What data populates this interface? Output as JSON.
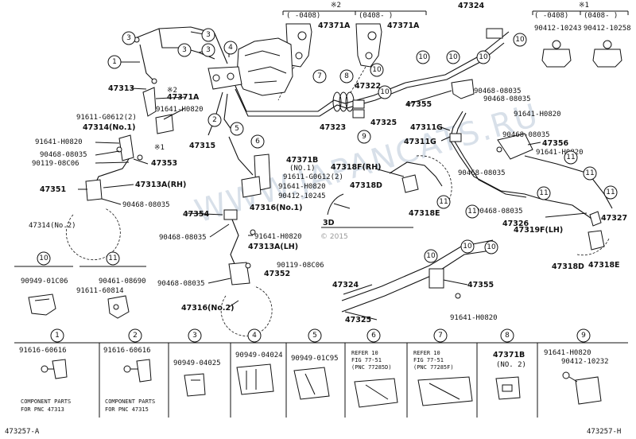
{
  "diagram": {
    "ids": {
      "left": "473257-A",
      "right": "473257-H"
    },
    "watermark": "WWW.JAPANCATS.RU",
    "watermark_sub": "© 2015",
    "header_groups": {
      "note2": {
        "mark": "※2",
        "cols": [
          {
            "range": "( -0408)",
            "part": "47371A"
          },
          {
            "range": "(0408- )",
            "part": "47371A"
          }
        ]
      },
      "note1": {
        "mark": "※1",
        "cols": [
          {
            "range": "( -0408)",
            "part": "90412-10243"
          },
          {
            "range": "(0408- )",
            "part": "90412-10258"
          }
        ]
      }
    },
    "view_label": "3D",
    "part_labels": [
      "47313",
      "47371A",
      "91611-G0612(2)",
      "91641-H0820",
      "47314(No.1)",
      "91641-H0820",
      "90468-08035",
      "90119-08C06",
      "47353",
      "47351",
      "47313A(RH)",
      "90468-08035",
      "47314(No.2)",
      "47315",
      "47371B",
      "(NO.1)",
      "91611-G0612(2)",
      "91641-H0820",
      "90412-10245",
      "47316(No.1)",
      "47354",
      "90468-08035",
      "91641-H0820",
      "47313A(LH)",
      "90119-08C06",
      "90468-08035",
      "47352",
      "47316(No.2)",
      "47324",
      "47322",
      "47323",
      "47325",
      "47355",
      "47311G",
      "47311G",
      "90468-08035",
      "90468-08035",
      "91641-H0820",
      "90468-08035",
      "47356",
      "91641-H0820",
      "90468-08035",
      "47318F(RH)",
      "47318D",
      "47318E",
      "47326",
      "90468-08035",
      "47327",
      "47319F(LH)",
      "47318D",
      "47318E",
      "47324",
      "47325",
      "47355",
      "91641-H0820"
    ],
    "mark_x1": "※1",
    "mark_x2": "※2",
    "mid_left": {
      "c10": {
        "no": "10",
        "part": "90949-01C06"
      },
      "c11": {
        "no": "11",
        "parts": [
          "90461-08690",
          "91611-60814"
        ]
      }
    },
    "callouts": [
      "1",
      "2",
      "3",
      "4",
      "5",
      "6",
      "7",
      "8",
      "9",
      "10",
      "11"
    ],
    "bottom_cells": [
      {
        "no": "1",
        "parts": [
          "91616-60616"
        ],
        "notes": [
          "COMPONENT PARTS",
          "FOR PNC 47313"
        ]
      },
      {
        "no": "2",
        "parts": [
          "91616-60616"
        ],
        "notes": [
          "COMPONENT PARTS",
          "FOR PNC 47315"
        ]
      },
      {
        "no": "3",
        "parts": [
          "90949-04025"
        ],
        "notes": []
      },
      {
        "no": "4",
        "parts": [
          "90949-04024"
        ],
        "notes": []
      },
      {
        "no": "5",
        "parts": [
          "90949-01C95"
        ],
        "notes": []
      },
      {
        "no": "6",
        "parts": [
          "REFER 10",
          "FIG 77-51",
          "(PNC 77285D)"
        ],
        "notes": []
      },
      {
        "no": "7",
        "parts": [
          "REFER 10",
          "FIG 77-51",
          "(PNC 77285F)"
        ],
        "notes": []
      },
      {
        "no": "8",
        "parts": [
          "47371B",
          "(NO. 2)"
        ],
        "notes": []
      },
      {
        "no": "9",
        "parts": [
          "91641-H0820",
          "90412-10232"
        ],
        "notes": []
      }
    ]
  }
}
